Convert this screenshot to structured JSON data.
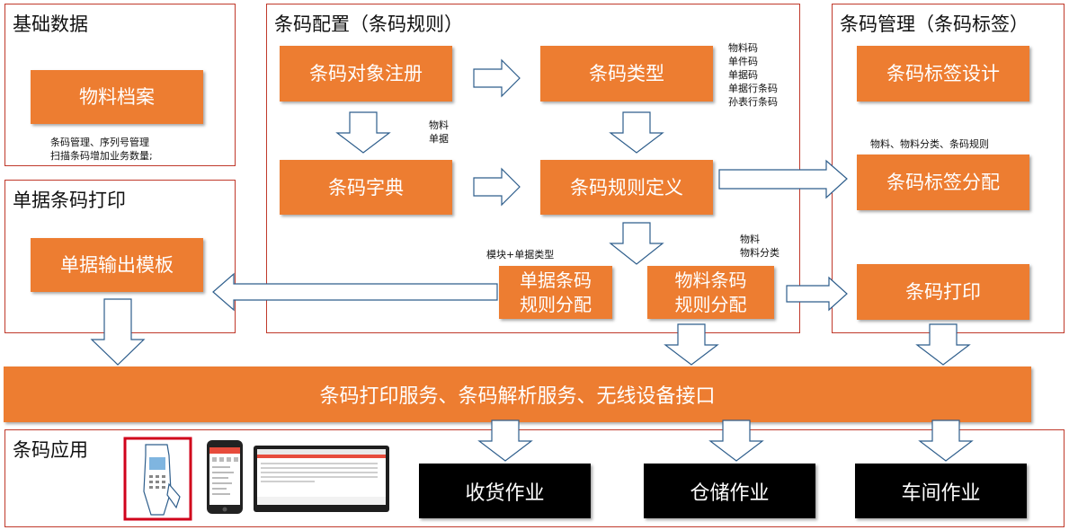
{
  "panels": {
    "basic": {
      "title": "基础数据",
      "box": "物料档案",
      "note": [
        "条码管理、序列号管理",
        "扫描条码增加业务数量;"
      ]
    },
    "doc_print": {
      "title": "单据条码打印",
      "box": "单据输出模板"
    },
    "config": {
      "title": "条码配置（条码规则）",
      "register": "条码对象注册",
      "type": "条码类型",
      "dict": "条码字典",
      "rule_def": "条码规则定义",
      "doc_rule": [
        "单据条码",
        "规则分配"
      ],
      "mat_rule": [
        "物料条码",
        "规则分配"
      ],
      "note_register": [
        "物料",
        "单据"
      ],
      "note_type": [
        "物料码",
        "单件码",
        "单据码",
        "单据行条码",
        "孙表行条码"
      ],
      "note_doc_rule": "模块+单据类型",
      "note_mat_rule": [
        "物料",
        "物料分类"
      ]
    },
    "manage": {
      "title": "条码管理（条码标签）",
      "label_design": "条码标签设计",
      "label_assign": "条码标签分配",
      "note_assign": "物料、物料分类、条码规则",
      "print": "条码打印"
    },
    "app": {
      "title": "条码应用",
      "receiving": "收货作业",
      "warehouse": "仓储作业",
      "workshop": "车间作业"
    }
  },
  "service": "条码打印服务、条码解析服务、无线设备接口",
  "colors": {
    "accent": "#ed7d31",
    "border": "#c0392b",
    "arrow_stroke": "#2e5e8c",
    "dark_box": "#000000"
  }
}
